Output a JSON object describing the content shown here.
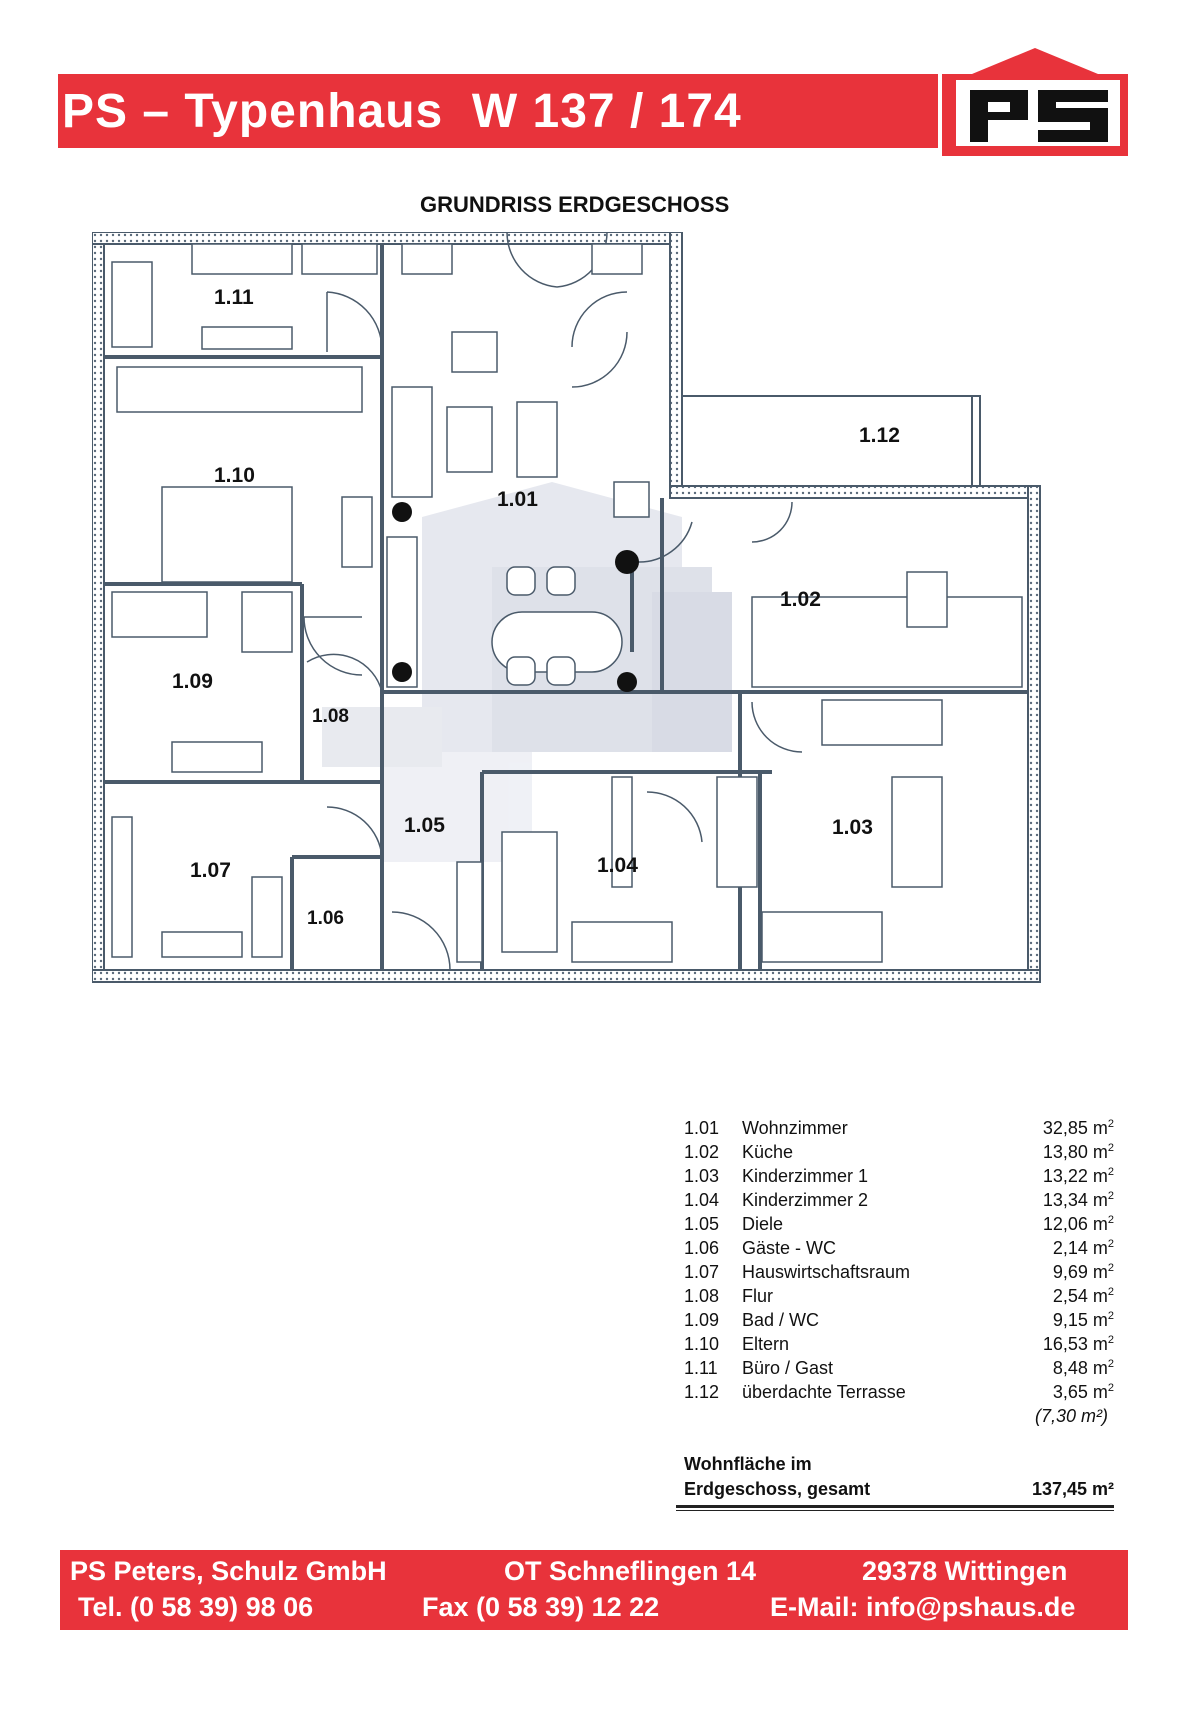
{
  "header": {
    "title": "PS – Typenhaus  W 137 / 174",
    "logo_text": "ps"
  },
  "plan": {
    "heading": "GRUNDRISS ERDGESCHOSS",
    "rooms": [
      "1.01",
      "1.02",
      "1.03",
      "1.04",
      "1.05",
      "1.06",
      "1.07",
      "1.08",
      "1.09",
      "1.10",
      "1.11",
      "1.12"
    ]
  },
  "legend": {
    "rows": [
      {
        "num": "1.01",
        "name": "Wohnzimmer",
        "area": "32,85 m",
        "unit_sup": "2"
      },
      {
        "num": "1.02",
        "name": "Küche",
        "area": "13,80 m",
        "unit_sup": "2"
      },
      {
        "num": "1.03",
        "name": "Kinderzimmer 1",
        "area": "13,22 m",
        "unit_sup": "2"
      },
      {
        "num": "1.04",
        "name": "Kinderzimmer 2",
        "area": "13,34 m",
        "unit_sup": "2"
      },
      {
        "num": "1.05",
        "name": "Diele",
        "area": "12,06 m",
        "unit_sup": "2"
      },
      {
        "num": "1.06",
        "name": "Gäste - WC",
        "area": "2,14 m",
        "unit_sup": "2"
      },
      {
        "num": "1.07",
        "name": "Hauswirtschaftsraum",
        "area": "9,69 m",
        "unit_sup": "2"
      },
      {
        "num": "1.08",
        "name": "Flur",
        "area": "2,54 m",
        "unit_sup": "2"
      },
      {
        "num": "1.09",
        "name": "Bad / WC",
        "area": "9,15 m",
        "unit_sup": "2"
      },
      {
        "num": "1.10",
        "name": "Eltern",
        "area": "16,53 m",
        "unit_sup": "2"
      },
      {
        "num": "1.11",
        "name": "Büro / Gast",
        "area": "8,48 m",
        "unit_sup": "2"
      },
      {
        "num": "1.12",
        "name": "überdachte Terrasse",
        "area": "3,65 m",
        "unit_sup": "2"
      }
    ],
    "terrace_note": "(7,30 m²)",
    "total_label_1": "Wohnfläche im",
    "total_label_2": "Erdgeschoss, gesamt",
    "total_value": "137,45 m²"
  },
  "footer": {
    "company": "PS Peters, Schulz GmbH",
    "street": "OT Schneflingen 14",
    "city": "29378 Wittingen",
    "tel": "Tel. (0 58 39) 98 06",
    "fax": "Fax (0 58 39) 12 22",
    "email": "E-Mail: info@pshaus.de"
  },
  "colors": {
    "brand_red": "#e8333b",
    "wall": "#4a5a6a",
    "floor_tint": "#c8ccd8"
  }
}
